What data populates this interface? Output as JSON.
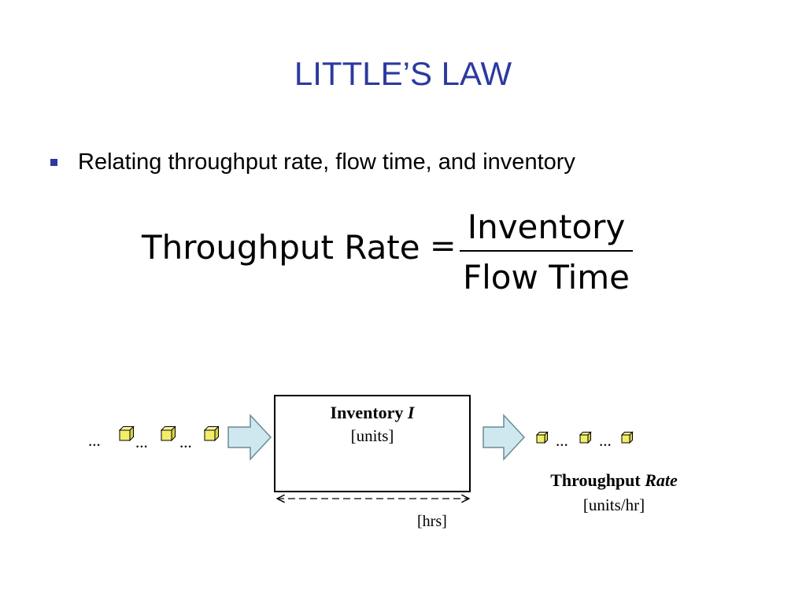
{
  "title": "LITTLE’S LAW",
  "bullet": "Relating throughput rate, flow time, and inventory",
  "formula": {
    "lhs": "Throughput Rate",
    "equals": "=",
    "numerator": "Inventory",
    "denominator": "Flow Time"
  },
  "diagram": {
    "inventory_label": "Inventory",
    "inventory_symbol": "I",
    "inventory_units": "[units]",
    "time_units": "[hrs]",
    "throughput_label": "Throughput",
    "throughput_symbol": "Rate",
    "throughput_units": "[units/hr]",
    "ellipsis": "..."
  },
  "colors": {
    "title": "#2b3a9f",
    "cube_fill": "#f2ee6a",
    "arrow_fill": "#cfe8ef"
  }
}
